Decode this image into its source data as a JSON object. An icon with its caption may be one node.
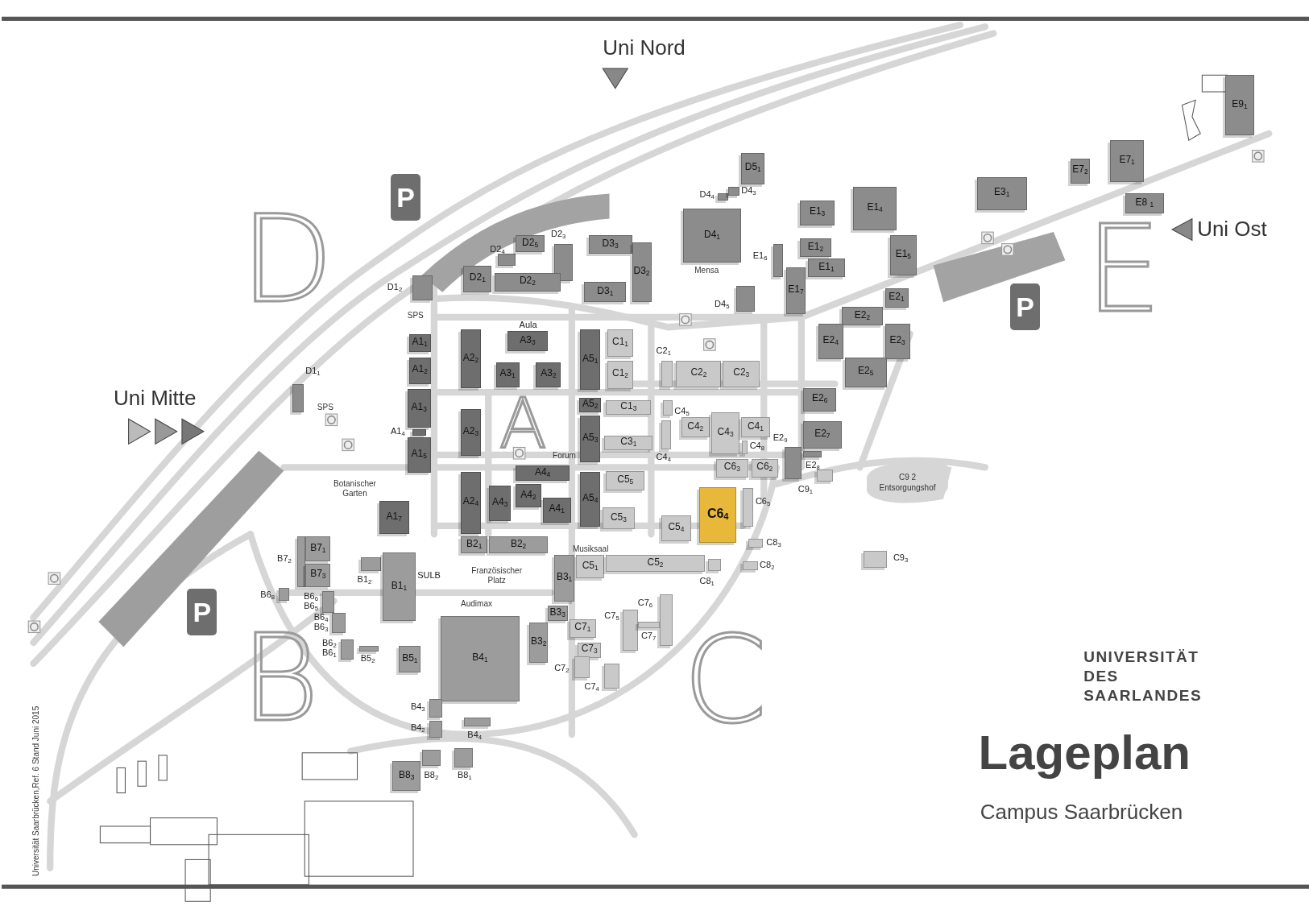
{
  "diagram": {
    "title": "Lageplan",
    "caption": "Campus Saarbrücken",
    "nodes": [
      {
        "text": [
          "D5$_{1}$"
        ]
      },
      {
        "text": [],
        "shape": "box",
        "beside": [
          "D4$_{4}$"
        ]
      },
      {
        "text": [],
        "shape": "box",
        "beside": [
          "D4$_{3}$"
        ]
      },
      {
        "text": [
          "D4$_{1}$"
        ]
      },
      {
        "text": [
          "E1$_{3}$"
        ]
      },
      {
        "text": [
          "E1$_{4}$"
        ]
      },
      {
        "text": [
          "E3$_{1}$"
        ]
      },
      {
        "text": [
          "E7$_{2}$"
        ]
      },
      {
        "text": [
          "E7$_{1}$"
        ]
      },
      {
        "text": [
          "E9$_{1}$"
        ]
      },
      {
        "text": [
          "E8 $_{1}$"
        ]
      },
      {
        "text": [],
        "shape": "box",
        "beside": [
          "D1$_{2}$"
        ]
      },
      {
        "text": [],
        "shape": "box",
        "beside": [
          "D2$_{4}$"
        ]
      },
      {
        "text": [
          "D2$_{5}$"
        ]
      },
      {
        "text": [],
        "shape": "box",
        "beside": [
          "D2$_{3}$"
        ]
      },
      {
        "text": [
          "D2$_{1}$"
        ]
      },
      {
        "text": [
          "D2$_{2}$"
        ]
      },
      {
        "text": [
          "D3$_{3}$"
        ]
      },
      {
        "text": [
          "D3$_{2}$"
        ]
      },
      {
        "text": [
          "D3$_{1}$"
        ]
      },
      {
        "text": [],
        "shape": "box",
        "beside": [
          "E1$_{6}$"
        ]
      },
      {
        "text": [
          "E1$_{2}$"
        ]
      },
      {
        "text": [
          "E1$_{1}$"
        ]
      },
      {
        "text": [
          "E1$_{5}$"
        ]
      },
      {
        "text": [
          "E1$_{7}$"
        ]
      },
      {
        "text": [],
        "shape": "box",
        "beside": [
          "D4$_{5}$"
        ]
      },
      {
        "text": [
          "E2$_{1}$"
        ]
      },
      {
        "text": [
          "E2$_{2}$"
        ]
      },
      {
        "text": [
          "A1$_{1}$"
        ]
      },
      {
        "text": [
          "A3$_{3}$"
        ],
        "beside": [
          "Aula"
        ]
      },
      {
        "text": [
          "A2$_{2}$"
        ]
      },
      {
        "text": [
          "A5$_{1}$"
        ]
      },
      {
        "text": [
          "C1$_{1}$"
        ]
      },
      {
        "text": [],
        "shape": "box",
        "beside": [
          "C2$_{1}$"
        ]
      },
      {
        "text": [
          "C2$_{2}$"
        ]
      },
      {
        "text": [
          "C2$_{3}$"
        ]
      },
      {
        "text": [
          "E2$_{4}$"
        ]
      },
      {
        "text": [
          "E2$_{3}$"
        ]
      },
      {
        "text": [
          "A1$_{2}$"
        ]
      },
      {
        "text": [
          "A3$_{1}$"
        ]
      },
      {
        "text": [
          "A3$_{2}$"
        ]
      },
      {
        "text": [
          "C1$_{2}$"
        ]
      },
      {
        "text": [
          "E2$_{5}$"
        ]
      },
      {
        "text": [],
        "shape": "box",
        "beside": [
          "D1$_{1}$"
        ]
      },
      {
        "text": [
          "A1$_{3}$"
        ]
      },
      {
        "text": [
          "E2$_{6}$"
        ]
      },
      {
        "text": [
          "A5$_{2}$"
        ]
      },
      {
        "text": [
          "C1$_{3}$"
        ]
      },
      {
        "text": [],
        "shape": "box",
        "beside": [
          "C4$_{5}$"
        ]
      },
      {
        "text": [
          "C4$_{2}$"
        ]
      },
      {
        "text": [
          "C4$_{3}$"
        ]
      },
      {
        "text": [
          "C4$_{1}$"
        ]
      },
      {
        "text": [
          "A2$_{3}$"
        ]
      },
      {
        "text": [
          "A5$_{3}$"
        ]
      },
      {
        "text": [
          "E2$_{7}$"
        ]
      },
      {
        "text": [],
        "shape": "box",
        "beside": [
          "A1$_{4}$"
        ]
      },
      {
        "text": [
          "C3$_{1}$"
        ]
      },
      {
        "text": [],
        "shape": "box",
        "beside": [
          "C4$_{4}$"
        ]
      },
      {
        "text": [],
        "shape": "box",
        "beside": [
          "E2$_{9}$"
        ]
      },
      {
        "text": [],
        "shape": "box",
        "beside": [
          "C4$_{8}$"
        ]
      },
      {
        "text": [],
        "shape": "box",
        "beside": [
          "E2$_{8}$"
        ]
      },
      {
        "text": [
          "A1$_{5}$"
        ]
      },
      {
        "text": [
          "C6$_{3}$"
        ]
      },
      {
        "text": [
          "C6$_{2}$"
        ]
      },
      {
        "text": [
          "A4$_{4}$"
        ]
      },
      {
        "text": [
          "C5$_{5}$"
        ]
      },
      {
        "text": [
          "A2$_{4}$"
        ]
      },
      {
        "text": [
          "A5$_{4}$"
        ]
      },
      {
        "text": [],
        "shape": "box",
        "beside": [
          "C9$_{1}$"
        ]
      },
      {
        "text": [
          "C9 2",
          "Entsorgungshof"
        ]
      },
      {
        "text": [
          "C6$_{4}$"
        ]
      },
      {
        "text": [],
        "shape": "box",
        "beside": [
          "C6$_{5}$"
        ]
      },
      {
        "text": [
          "A1$_{7}$"
        ]
      },
      {
        "text": [
          "A4$_{3}$"
        ]
      },
      {
        "text": [
          "A4$_{2}$"
        ]
      },
      {
        "text": [
          "A4$_{1}$"
        ]
      },
      {
        "text": [
          "C5$_{3}$"
        ]
      },
      {
        "text": [
          "C5$_{4}$"
        ]
      },
      {
        "text": [
          "B7$_{1}$"
        ]
      },
      {
        "text": [],
        "shape": "box",
        "beside": [
          "B7$_{2}$"
        ]
      },
      {
        "text": [
          "B2$_{1}$"
        ]
      },
      {
        "text": [
          "B2$_{2}$"
        ]
      },
      {
        "text": [],
        "shape": "box",
        "beside": [
          "C8$_{3}$"
        ]
      },
      {
        "text": [
          "B7$_{3}$"
        ]
      },
      {
        "text": [
          "C5$_{1}$"
        ]
      },
      {
        "text": [
          "C5$_{2}$"
        ]
      },
      {
        "text": [],
        "shape": "box",
        "beside": [
          "C9$_{3}$"
        ]
      },
      {
        "text": [],
        "shape": "box",
        "beside": [
          "C8$_{2}$"
        ]
      },
      {
        "text": [],
        "shape": "box",
        "beside": [
          "B1$_{2}$"
        ]
      },
      {
        "text": [
          "B1$_{1}$"
        ],
        "beside": [
          "SULB"
        ]
      },
      {
        "text": [
          "B3$_{1}$"
        ]
      },
      {
        "text": [],
        "shape": "box",
        "beside": [
          "C8$_{1}$"
        ]
      },
      {
        "text": [],
        "shape": "box",
        "beside": [
          "B6$_{8}$"
        ]
      },
      {
        "text": [],
        "shape": "box",
        "beside": [
          "B6$_{6}$",
          "B6$_{5}$"
        ]
      },
      {
        "text": [],
        "shape": "box",
        "beside": [
          "C7$_{6}$"
        ]
      },
      {
        "text": [],
        "shape": "box",
        "beside": [
          "C7$_{5}$"
        ]
      },
      {
        "text": [
          "B3$_{3}$"
        ]
      },
      {
        "text": [
          "B3$_{2}$"
        ]
      },
      {
        "text": [],
        "shape": "box",
        "beside": [
          "B6$_{4}$",
          "B6$_{3}$"
        ]
      },
      {
        "text": [
          "C7$_{1}$"
        ]
      },
      {
        "text": [],
        "shape": "box",
        "beside": [
          "C7$_{7}$"
        ]
      },
      {
        "text": [
          "B4$_{1}$"
        ]
      },
      {
        "text": [],
        "shape": "box",
        "beside": [
          "B6$_{2}$",
          "B6$_{1}$"
        ]
      },
      {
        "text": [],
        "shape": "box",
        "beside": [
          "B5$_{2}$"
        ]
      },
      {
        "text": [
          "C7$_{3}$"
        ]
      },
      {
        "text": [
          "B5$_{1}$"
        ]
      },
      {
        "text": [],
        "shape": "box",
        "beside": [
          "C7$_{2}$"
        ]
      },
      {
        "text": [],
        "shape": "box",
        "beside": [
          "C7$_{4}$"
        ]
      },
      {
        "text": [],
        "shape": "box",
        "beside": [
          "B4$_{3}$"
        ]
      },
      {
        "text": [],
        "shape": "box",
        "beside": [
          "B4$_{2}$"
        ]
      },
      {
        "text": [],
        "shape": "box",
        "beside": [
          "B4$_{4}$"
        ]
      },
      {
        "text": [],
        "shape": "box",
        "beside": [
          "B8$_{2}$"
        ]
      },
      {
        "text": [],
        "shape": "box",
        "beside": [
          "B8$_{1}$"
        ]
      },
      {
        "text": [
          "B8$_{3}$"
        ]
      }
    ],
    "labels": [
      "Uni Nord",
      "P",
      "D",
      "SPS",
      "Uni Ost",
      "Mensa",
      "P",
      "E",
      "A",
      "Uni Mitte",
      "SPS",
      "Forum",
      "Botanischer Garten",
      "Musiksaal",
      "Französischer Platz",
      "P",
      "Audimax",
      "B",
      "C",
      "UNIVERSITÄT DES SAARLANDES",
      "Universität Saarbrücken,Ref. 6  Stand Juni 2015"
    ]
  }
}
